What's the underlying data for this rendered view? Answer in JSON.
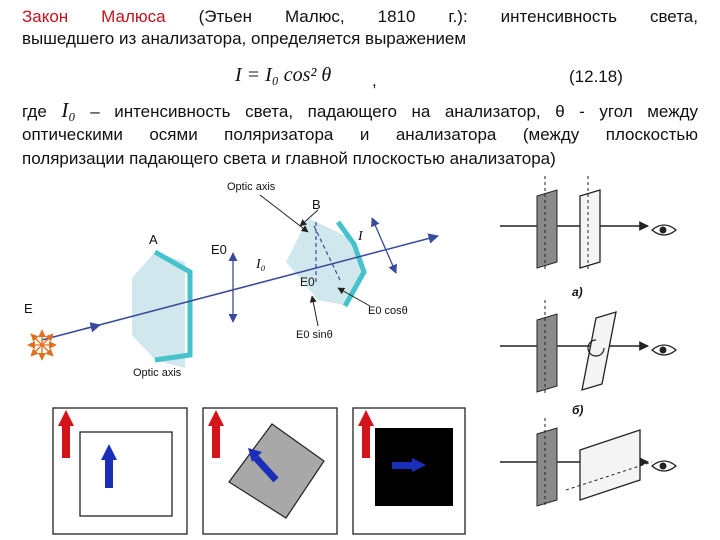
{
  "text": {
    "line1_red": "Закон Малюса",
    "line1_rest": "(Этьен Малюс, 1810 г.): интенсивность света,",
    "line2": "вышедшего из анализатора, определяется выражением",
    "formula": "I = I₀ cos² θ",
    "formula_comma": ",",
    "eq_number": "(12.18)",
    "para_line1_where": "где",
    "para_line1_symbol": "I₀",
    "para_line1_rest": "– интенсивность света, падающего на анализатор, θ - угол между",
    "para_line2": "оптическими осями поляризатора и анализатора (между плоскостью",
    "para_line3": "поляризации падающего света и главной плоскостью анализатора)"
  },
  "diagram": {
    "optic_axis_top": "Optic axis",
    "label_B": "B",
    "label_A": "A",
    "label_E0_left": "E0",
    "label_I0": "I₀",
    "label_I": "I",
    "label_E0_mid": "E0",
    "label_E": "E",
    "label_E0_cos": "E0 cosθ",
    "label_E0_sin": "E0 sinθ",
    "optic_axis_bottom": "Optic axis",
    "caption_a": "а)",
    "caption_b": "б)"
  },
  "colors": {
    "title_red": "#c0141b",
    "polarizer_fill": "#c8e4ea",
    "polarizer_edge": "#46c2cc",
    "ray": "#3a4a9a",
    "arrow_red": "#d4141b",
    "arrow_blue": "#1a2fb8",
    "gray_square": "#a8a8a8"
  }
}
